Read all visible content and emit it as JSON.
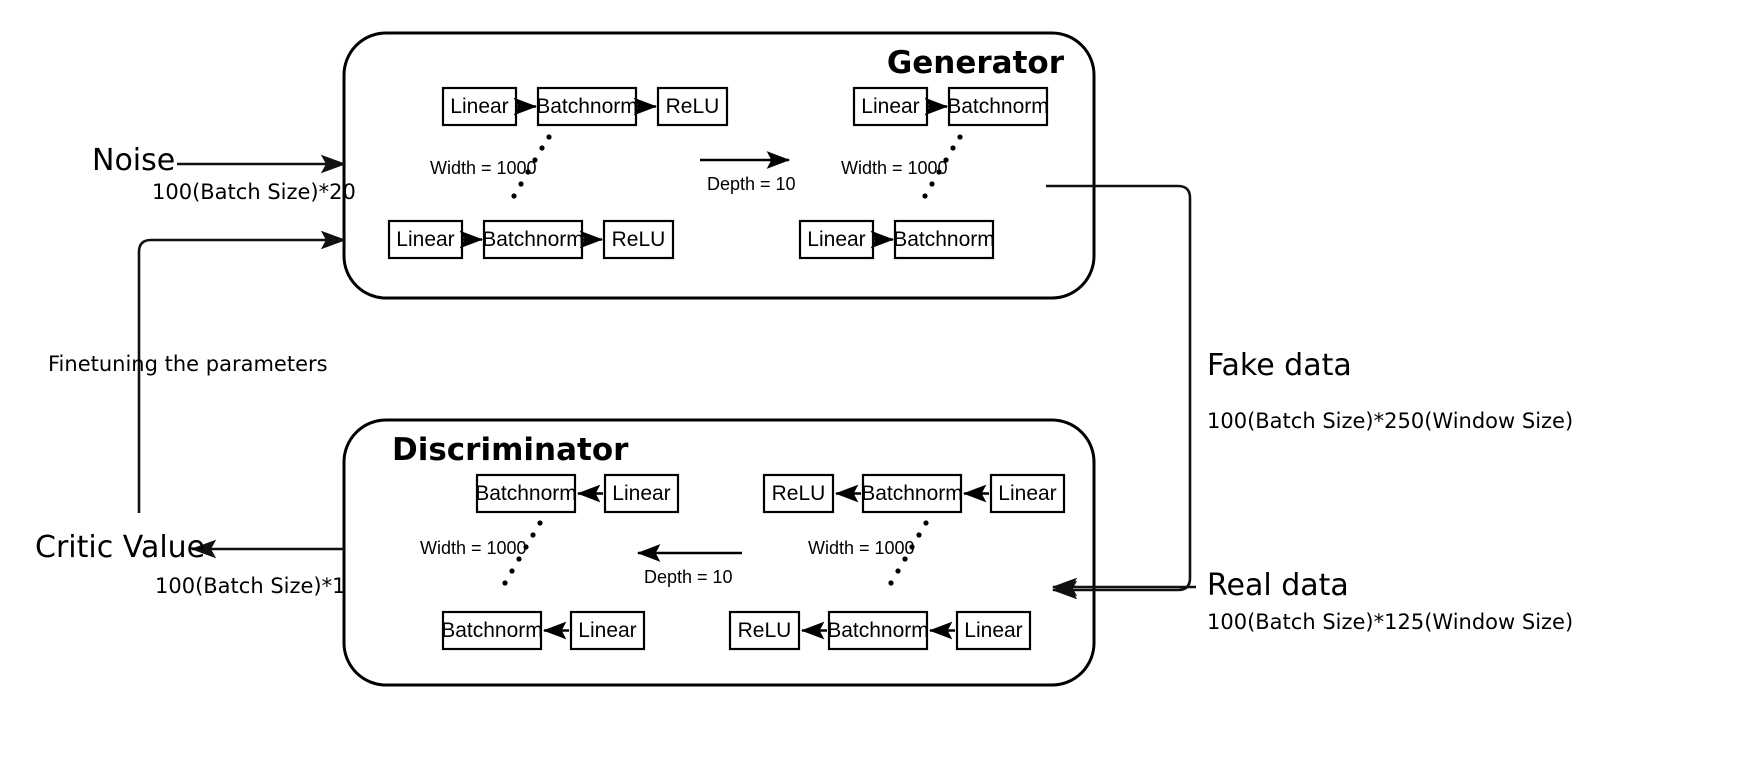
{
  "diagram": {
    "title_generator": "Generator",
    "title_discriminator": "Discriminator",
    "colors": {
      "stroke": "#000000",
      "background": "#ffffff",
      "text_muted": "#3a3a3a"
    }
  },
  "generator": {
    "title": "Generator",
    "top_blocks_left": [
      "Linear",
      "Batchnorm",
      "ReLU"
    ],
    "bottom_blocks_left": [
      "Linear",
      "Batchnorm",
      "ReLU"
    ],
    "top_blocks_right": [
      "Linear",
      "Batchnorm"
    ],
    "bottom_blocks_right": [
      "Linear",
      "Batchnorm"
    ],
    "width_label_left": "Width = 1000",
    "width_label_right": "Width = 1000",
    "depth_label": "Depth = 10"
  },
  "discriminator": {
    "title": "Discriminator",
    "top_blocks_left": [
      "Batchnorm",
      "Linear"
    ],
    "bottom_blocks_left": [
      "Batchnorm",
      "Linear"
    ],
    "top_blocks_right": [
      "ReLU",
      "Batchnorm",
      "Linear"
    ],
    "bottom_blocks_right": [
      "ReLU",
      "Batchnorm",
      "Linear"
    ],
    "width_label_left": "Width = 1000",
    "width_label_right": "Width = 1000",
    "depth_label": "Depth = 10"
  },
  "io": {
    "noise_label": "Noise",
    "noise_shape": "100(Batch Size)*20",
    "critic_label": "Critic Value",
    "critic_shape": "100(Batch Size)*1",
    "fake_label": "Fake data",
    "fake_shape": "100(Batch Size)*250(Window Size)",
    "real_label": "Real data",
    "real_shape": "100(Batch Size)*125(Window Size)",
    "feedback_label": "Finetuning the parameters"
  }
}
